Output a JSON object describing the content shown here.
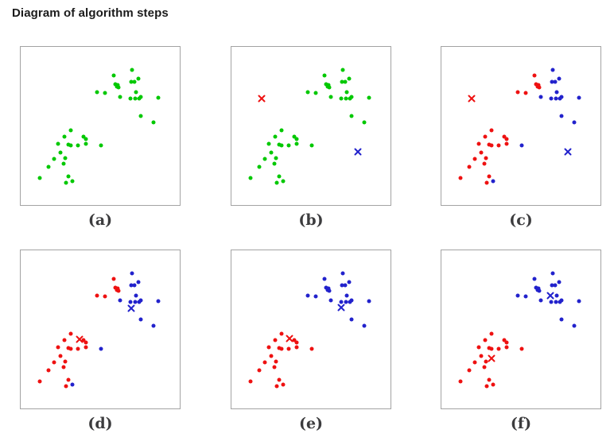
{
  "title": "Diagram of algorithm steps",
  "colors": {
    "green": "#00c800",
    "red": "#ee1111",
    "blue": "#2222cc",
    "panel_border": "#a3a3a3",
    "label_text": "#3c3c3e",
    "title_text": "#1b1b1b",
    "background": "#ffffff"
  },
  "chart_data": {
    "type": "scatter",
    "note": "Six panels of a k-means clustering illustration. Point coordinates are fractions of each panel plot area (x rightward, y downward). No axes or ticks are drawn.",
    "shared_points": {
      "upper_cluster": [
        [
          0.699,
          0.147
        ],
        [
          0.583,
          0.183
        ],
        [
          0.74,
          0.2
        ],
        [
          0.693,
          0.222
        ],
        [
          0.714,
          0.222
        ],
        [
          0.597,
          0.237
        ],
        [
          0.612,
          0.242
        ],
        [
          0.603,
          0.253
        ],
        [
          0.617,
          0.255
        ],
        [
          0.479,
          0.288
        ],
        [
          0.532,
          0.292
        ],
        [
          0.727,
          0.287
        ],
        [
          0.623,
          0.317
        ],
        [
          0.689,
          0.328
        ],
        [
          0.722,
          0.325
        ],
        [
          0.744,
          0.328
        ],
        [
          0.755,
          0.317
        ],
        [
          0.864,
          0.32
        ],
        [
          0.755,
          0.438
        ],
        [
          0.835,
          0.477
        ]
      ],
      "lower_cluster": [
        [
          0.317,
          0.528
        ],
        [
          0.276,
          0.57
        ],
        [
          0.397,
          0.57
        ],
        [
          0.408,
          0.583
        ],
        [
          0.235,
          0.613
        ],
        [
          0.302,
          0.617
        ],
        [
          0.314,
          0.622
        ],
        [
          0.359,
          0.622
        ],
        [
          0.408,
          0.613
        ],
        [
          0.507,
          0.622
        ],
        [
          0.248,
          0.667
        ],
        [
          0.21,
          0.708
        ],
        [
          0.281,
          0.703
        ],
        [
          0.268,
          0.738
        ],
        [
          0.174,
          0.758
        ],
        [
          0.121,
          0.83
        ],
        [
          0.298,
          0.82
        ],
        [
          0.285,
          0.858
        ],
        [
          0.325,
          0.848
        ]
      ]
    },
    "panels": [
      {
        "label": "(a)",
        "upper_default": "green",
        "lower_default": "green",
        "upper_exceptions": {},
        "lower_exceptions": {},
        "centroids": []
      },
      {
        "label": "(b)",
        "upper_default": "green",
        "lower_default": "green",
        "upper_exceptions": {},
        "lower_exceptions": {},
        "centroids": [
          {
            "color": "red",
            "x": 0.19,
            "y": 0.326
          },
          {
            "color": "blue",
            "x": 0.793,
            "y": 0.665
          }
        ]
      },
      {
        "label": "(c)",
        "upper_default": "blue",
        "lower_default": "red",
        "upper_exceptions": {
          "1": "red",
          "5": "red",
          "6": "red",
          "7": "red",
          "8": "red",
          "9": "red",
          "10": "red"
        },
        "lower_exceptions": {
          "9": "blue",
          "18": "blue"
        },
        "centroids": [
          {
            "color": "red",
            "x": 0.19,
            "y": 0.326
          },
          {
            "color": "blue",
            "x": 0.793,
            "y": 0.665
          }
        ]
      },
      {
        "label": "(d)",
        "upper_default": "blue",
        "lower_default": "red",
        "upper_exceptions": {
          "1": "red",
          "5": "red",
          "6": "red",
          "7": "red",
          "8": "red",
          "9": "red",
          "10": "red"
        },
        "lower_exceptions": {
          "9": "blue",
          "18": "blue"
        },
        "centroids": [
          {
            "color": "red",
            "x": 0.37,
            "y": 0.561
          },
          {
            "color": "blue",
            "x": 0.693,
            "y": 0.365
          }
        ]
      },
      {
        "label": "(e)",
        "upper_default": "blue",
        "lower_default": "red",
        "upper_exceptions": {},
        "lower_exceptions": {},
        "centroids": [
          {
            "color": "red",
            "x": 0.365,
            "y": 0.559
          },
          {
            "color": "blue",
            "x": 0.691,
            "y": 0.364
          }
        ]
      },
      {
        "label": "(f)",
        "upper_default": "blue",
        "lower_default": "red",
        "upper_exceptions": {},
        "lower_exceptions": {},
        "centroids": [
          {
            "color": "red",
            "x": 0.314,
            "y": 0.682
          },
          {
            "color": "blue",
            "x": 0.683,
            "y": 0.285
          }
        ]
      }
    ]
  }
}
